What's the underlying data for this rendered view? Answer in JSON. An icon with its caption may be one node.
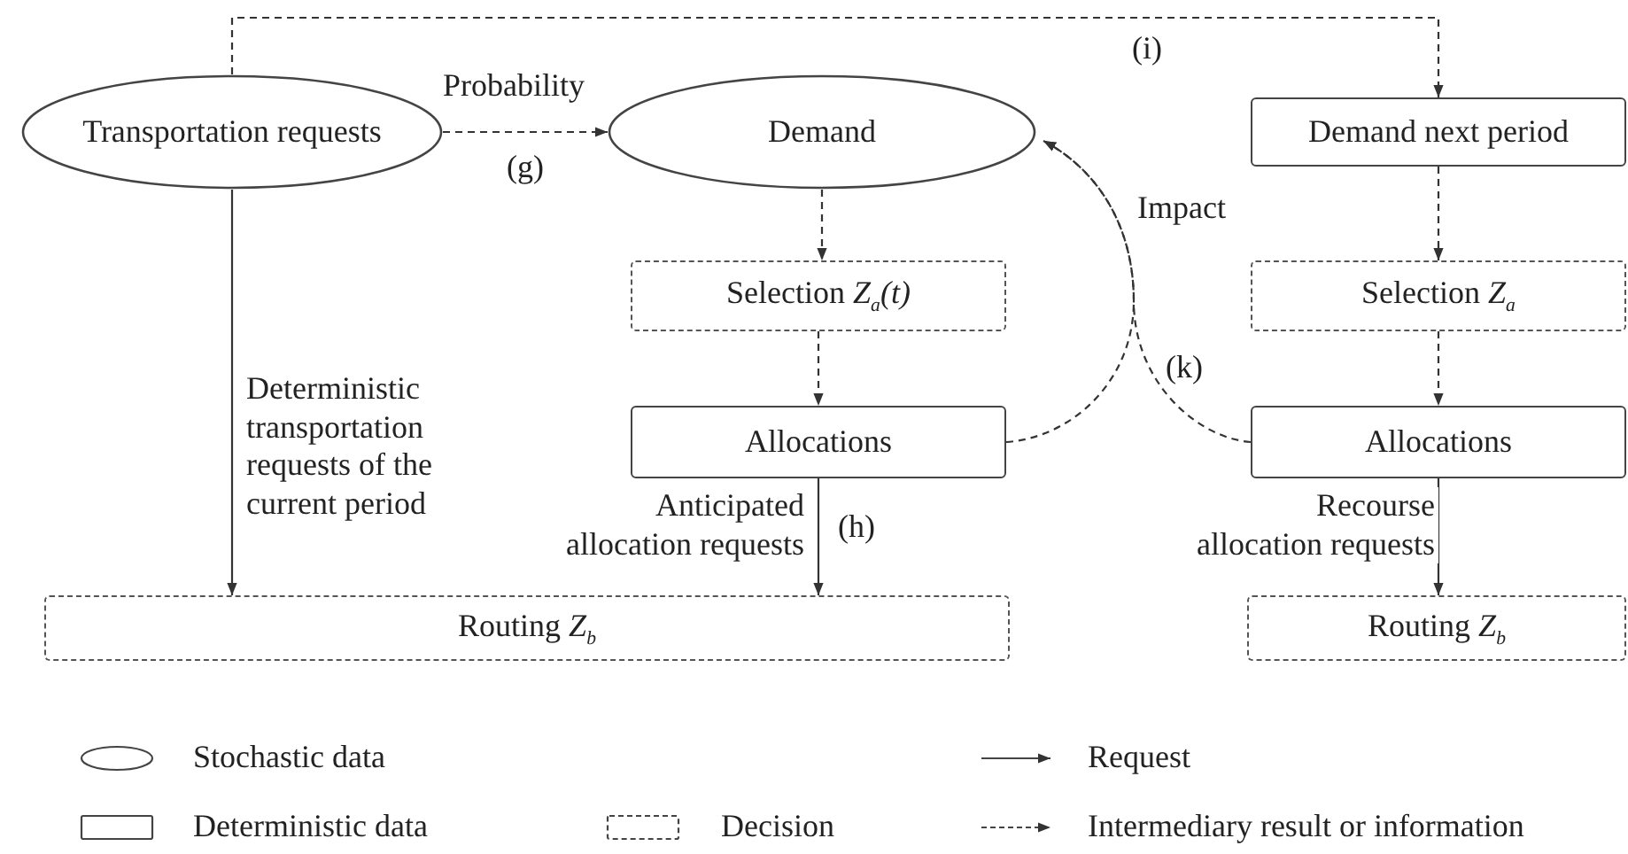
{
  "diagram": {
    "nodes": [
      {
        "text": [
          "Transportation requests"
        ]
      },
      {
        "text": [
          "Demand"
        ]
      },
      {
        "text": [
          "Demand next period"
        ]
      },
      {
        "text": [
          "Selection *Z*$_{a}$*(t)*"
        ]
      },
      {
        "text": [
          "Selection *Z*$_{a}$"
        ]
      },
      {
        "text": [
          "Allocations"
        ]
      },
      {
        "text": [
          "Allocations"
        ]
      },
      {
        "text": [
          "Routing *Z*$_{b}$"
        ]
      },
      {
        "text": [
          "Routing *Z*$_{b}$"
        ]
      }
    ],
    "edges": [
      {
        "from": 0,
        "to": 1,
        "arrow": "to",
        "style": "dashed",
        "label": "Probability"
      },
      {
        "from": 0,
        "to": 2,
        "arrow": "to",
        "style": "dashed",
        "label": "(i)"
      },
      {
        "from": 1,
        "to": 3,
        "arrow": "to",
        "style": "dashed"
      },
      {
        "from": 3,
        "to": 5,
        "arrow": "to",
        "style": "dashed"
      },
      {
        "from": 2,
        "to": 4,
        "arrow": "to",
        "style": "dashed"
      },
      {
        "from": 4,
        "to": 6,
        "arrow": "to",
        "style": "dashed"
      },
      {
        "from": 5,
        "to": 1,
        "arrow": "to",
        "style": "dashed",
        "label": "Impact"
      },
      {
        "from": 6,
        "to": 1,
        "arrow": "to",
        "style": "dashed",
        "label": "(k)"
      },
      {
        "from": 0,
        "to": 7,
        "arrow": "to",
        "label": "Deterministic transportation requests of the current period"
      },
      {
        "from": 5,
        "to": 7,
        "arrow": "to",
        "label": "Anticipated allocation requests"
      },
      {
        "from": 6,
        "to": 8,
        "arrow": "to",
        "label": "Recourse allocation requests"
      }
    ],
    "labels": [
      "(g)",
      "(h)"
    ],
    "legend": [
      {
        "text": "Stochastic data"
      },
      {
        "text": "Deterministic data"
      },
      {
        "text": "Decision"
      },
      {
        "text": "Request"
      },
      {
        "text": "Intermediary result or information"
      }
    ]
  }
}
